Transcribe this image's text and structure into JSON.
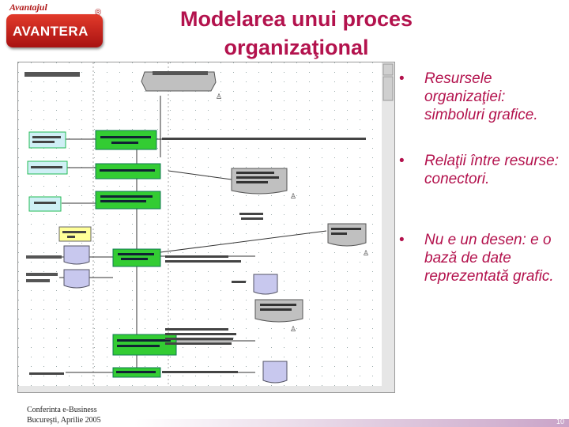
{
  "logo": {
    "top_text": "Avantajul",
    "main_text": "AVANTERA",
    "reg_mark": "®"
  },
  "title": {
    "line1": "Modelarea unui proces",
    "line2": "organizaţional"
  },
  "bullets": [
    {
      "marker": "•",
      "text": "Resursele organizaţiei: simboluri grafice."
    },
    {
      "marker": "•",
      "text": "Relaţii între resurse: conectori."
    },
    {
      "marker": "•",
      "text": "Nu e un desen: e o bază de date reprezentată grafic."
    }
  ],
  "footer": {
    "line1": "Conferinta e-Business",
    "line2": "Bucureşti, Aprilie 2005"
  },
  "page_number": "10",
  "colors": {
    "title": "#b3124d",
    "green_box": "#33cc33",
    "cyan_box": "#cfeff5",
    "lavender": "#c8c8ee",
    "grey_doc": "#c0c0c0"
  }
}
